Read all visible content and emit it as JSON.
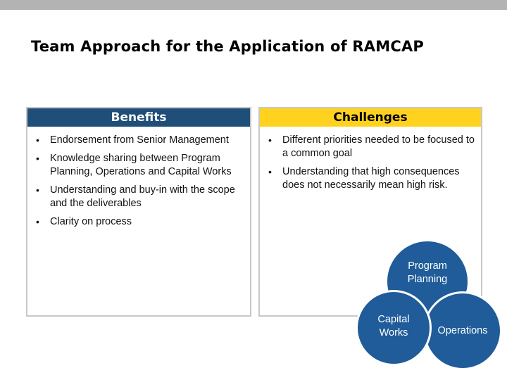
{
  "slide": {
    "title": "Team Approach for the Application of RAMCAP"
  },
  "benefits": {
    "header": "Benefits",
    "items": [
      "Endorsement from Senior Management",
      "Knowledge sharing between Program Planning, Operations and Capital Works",
      "Understanding and buy-in with the scope and the deliverables",
      "Clarity on process"
    ]
  },
  "challenges": {
    "header": "Challenges",
    "items": [
      "Different priorities needed to be focused to a common goal",
      "Understanding that high consequences does not necessarily mean high risk."
    ]
  },
  "diagram": {
    "planning": "Program Planning",
    "capital": "Capital Works",
    "operations": "Operations"
  },
  "colors": {
    "benefits_header": "#1f4e79",
    "challenges_header": "#ffd21f",
    "circle_fill": "#1f5c99",
    "top_bar": "#b3b3b3"
  }
}
